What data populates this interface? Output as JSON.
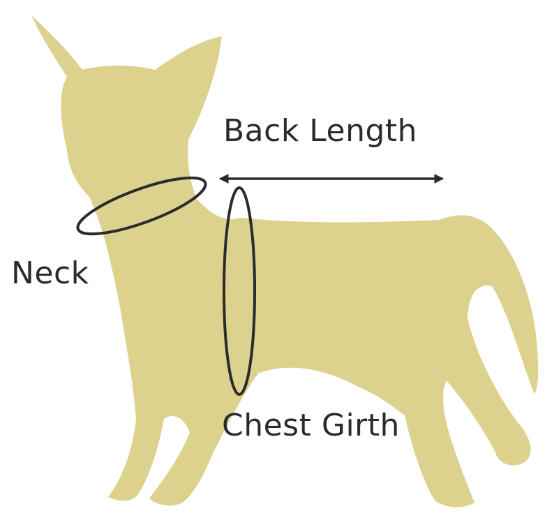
{
  "labels": {
    "back_length": "Back Length",
    "neck": "Neck",
    "chest_girth": "Chest Girth"
  },
  "colors": {
    "silhouette": "#dcd28e",
    "line": "#2b2b2b",
    "background": "#ffffff"
  },
  "icons": {
    "figure": "dog-silhouette-icon",
    "back_arrow": "double-arrow-icon",
    "neck_ring": "ellipse-ring-icon",
    "chest_ring": "ellipse-ring-icon"
  }
}
